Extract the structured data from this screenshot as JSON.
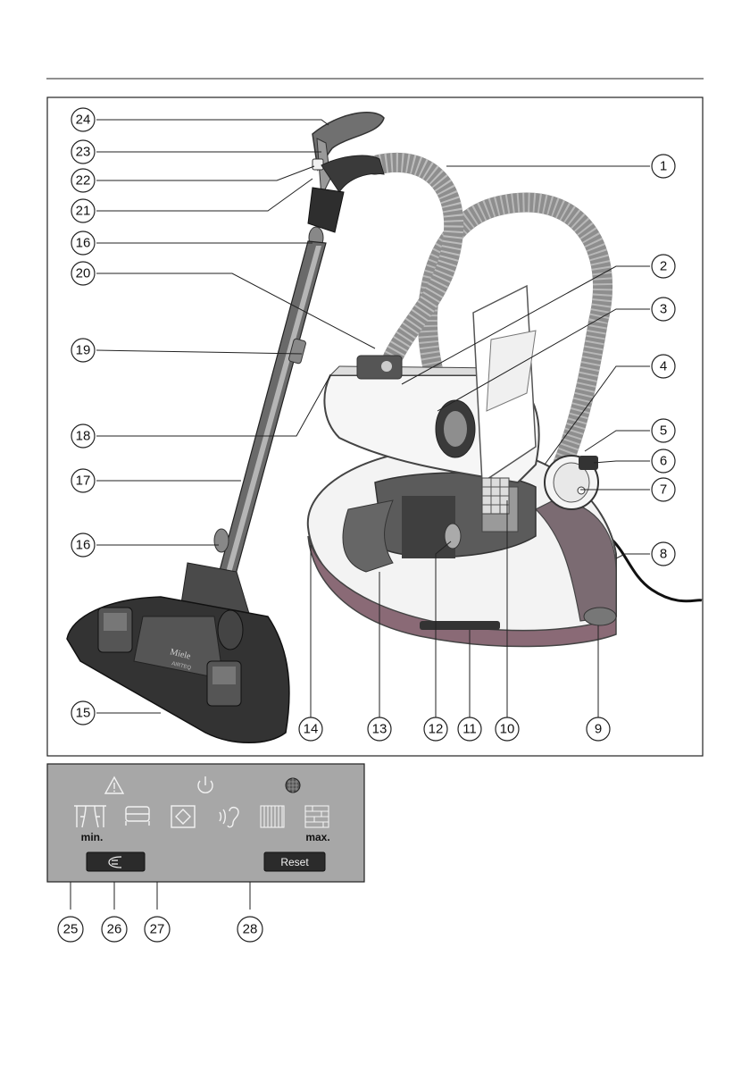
{
  "diagram": {
    "callouts": {
      "c1": "1",
      "c2": "2",
      "c3": "3",
      "c4": "4",
      "c5": "5",
      "c6": "6",
      "c7": "7",
      "c8": "8",
      "c9": "9",
      "c10": "10",
      "c11": "11",
      "c12": "12",
      "c13": "13",
      "c14": "14",
      "c15": "15",
      "c16a": "16",
      "c16b": "16",
      "c17": "17",
      "c18": "18",
      "c19": "19",
      "c20": "20",
      "c21": "21",
      "c22": "22",
      "c23": "23",
      "c24": "24",
      "c25": "25",
      "c26": "26",
      "c27": "27",
      "c28": "28"
    }
  },
  "control_panel": {
    "min_label": "min.",
    "max_label": "max.",
    "reset_label": "Reset",
    "icons": [
      "warning-icon",
      "power-icon",
      "filter-icon",
      "curtain-icon",
      "upholstery-icon",
      "rug-icon",
      "quiet-mode-icon",
      "carpet-icon",
      "hard-floor-icon",
      "remote-icon"
    ]
  },
  "brand": {
    "floorhead_brand": "Miele",
    "floorhead_model": "AIRTEQ"
  },
  "colors": {
    "panel_bg": "#a7a7a7",
    "body_dark": "#4a4a4a",
    "body_light": "#f0f0f0",
    "hose": "#8c8c8c"
  }
}
